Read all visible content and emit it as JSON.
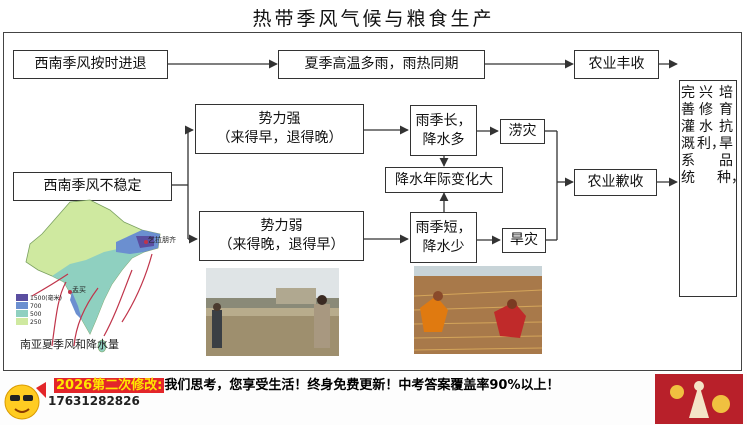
{
  "title": "热带季风气候与粮食生产",
  "nodes": {
    "monsoon_on_time": "西南季风按时进退",
    "summer_rain": "夏季高温多雨，雨热同期",
    "harvest_good": "农业丰收",
    "monsoon_unstable": "西南季风不稳定",
    "strong": "势力强\n（来得早，退得晚）",
    "weak": "势力弱\n（来得晚，退得早）",
    "rain_long": "雨季长，\n降水多",
    "rain_short": "雨季短，\n降水少",
    "variability": "降水年际变化大",
    "flood": "涝灾",
    "drought": "旱灾",
    "harvest_bad": "农业歉收",
    "measures_col1": "培育抗旱品种，",
    "measures_col2": "兴修水利，",
    "measures_col3": "完善灌溉系统"
  },
  "map": {
    "caption": "南亚夏季风和降水量",
    "legend_unit": "1500(毫米)",
    "legend": [
      {
        "label": "1500(毫米)",
        "color": "#5a4ea0"
      },
      {
        "label": "700",
        "color": "#6b8fd0"
      },
      {
        "label": "500",
        "color": "#8fd0c0"
      },
      {
        "label": "250",
        "color": "#cfe9a0"
      }
    ],
    "places": [
      "孟买",
      "乞拉朋齐"
    ]
  },
  "banner": {
    "highlight": "2026第二次修改:",
    "text": "我们思考，您享受生活！终身免费更新！中考答案覆盖率90%以上！",
    "phone": "17631282826"
  }
}
